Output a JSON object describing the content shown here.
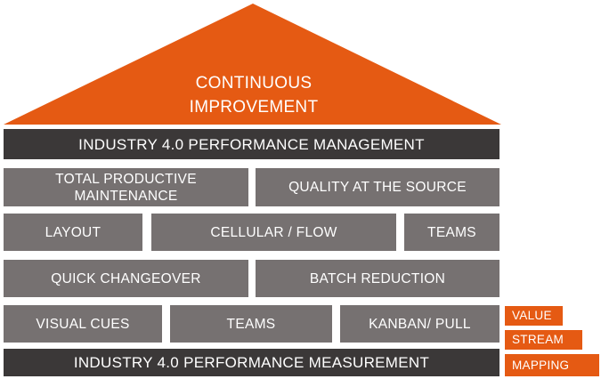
{
  "roof": {
    "line1": "CONTINUOUS",
    "line2": "IMPROVEMENT",
    "color": "#e55a13"
  },
  "colors": {
    "block": "#767171",
    "bar": "#3b3838",
    "accent": "#e55a13"
  },
  "top_bar": "INDUSTRY 4.0 PERFORMANCE MANAGEMENT",
  "rows": {
    "r1": {
      "a_line1": "TOTAL PRODUCTIVE",
      "a_line2": "MAINTENANCE",
      "b": "QUALITY AT THE SOURCE"
    },
    "r2": {
      "a": "LAYOUT",
      "b": "CELLULAR / FLOW",
      "c": "TEAMS"
    },
    "r3": {
      "a": "QUICK CHANGEOVER",
      "b": "BATCH REDUCTION"
    },
    "r4": {
      "a": "VISUAL CUES",
      "b": "TEAMS",
      "c": "KANBAN/ PULL"
    }
  },
  "bottom_bar": "INDUSTRY 4.0 PERFORMANCE MEASUREMENT",
  "tags": [
    "VALUE",
    "STREAM",
    "MAPPING"
  ]
}
